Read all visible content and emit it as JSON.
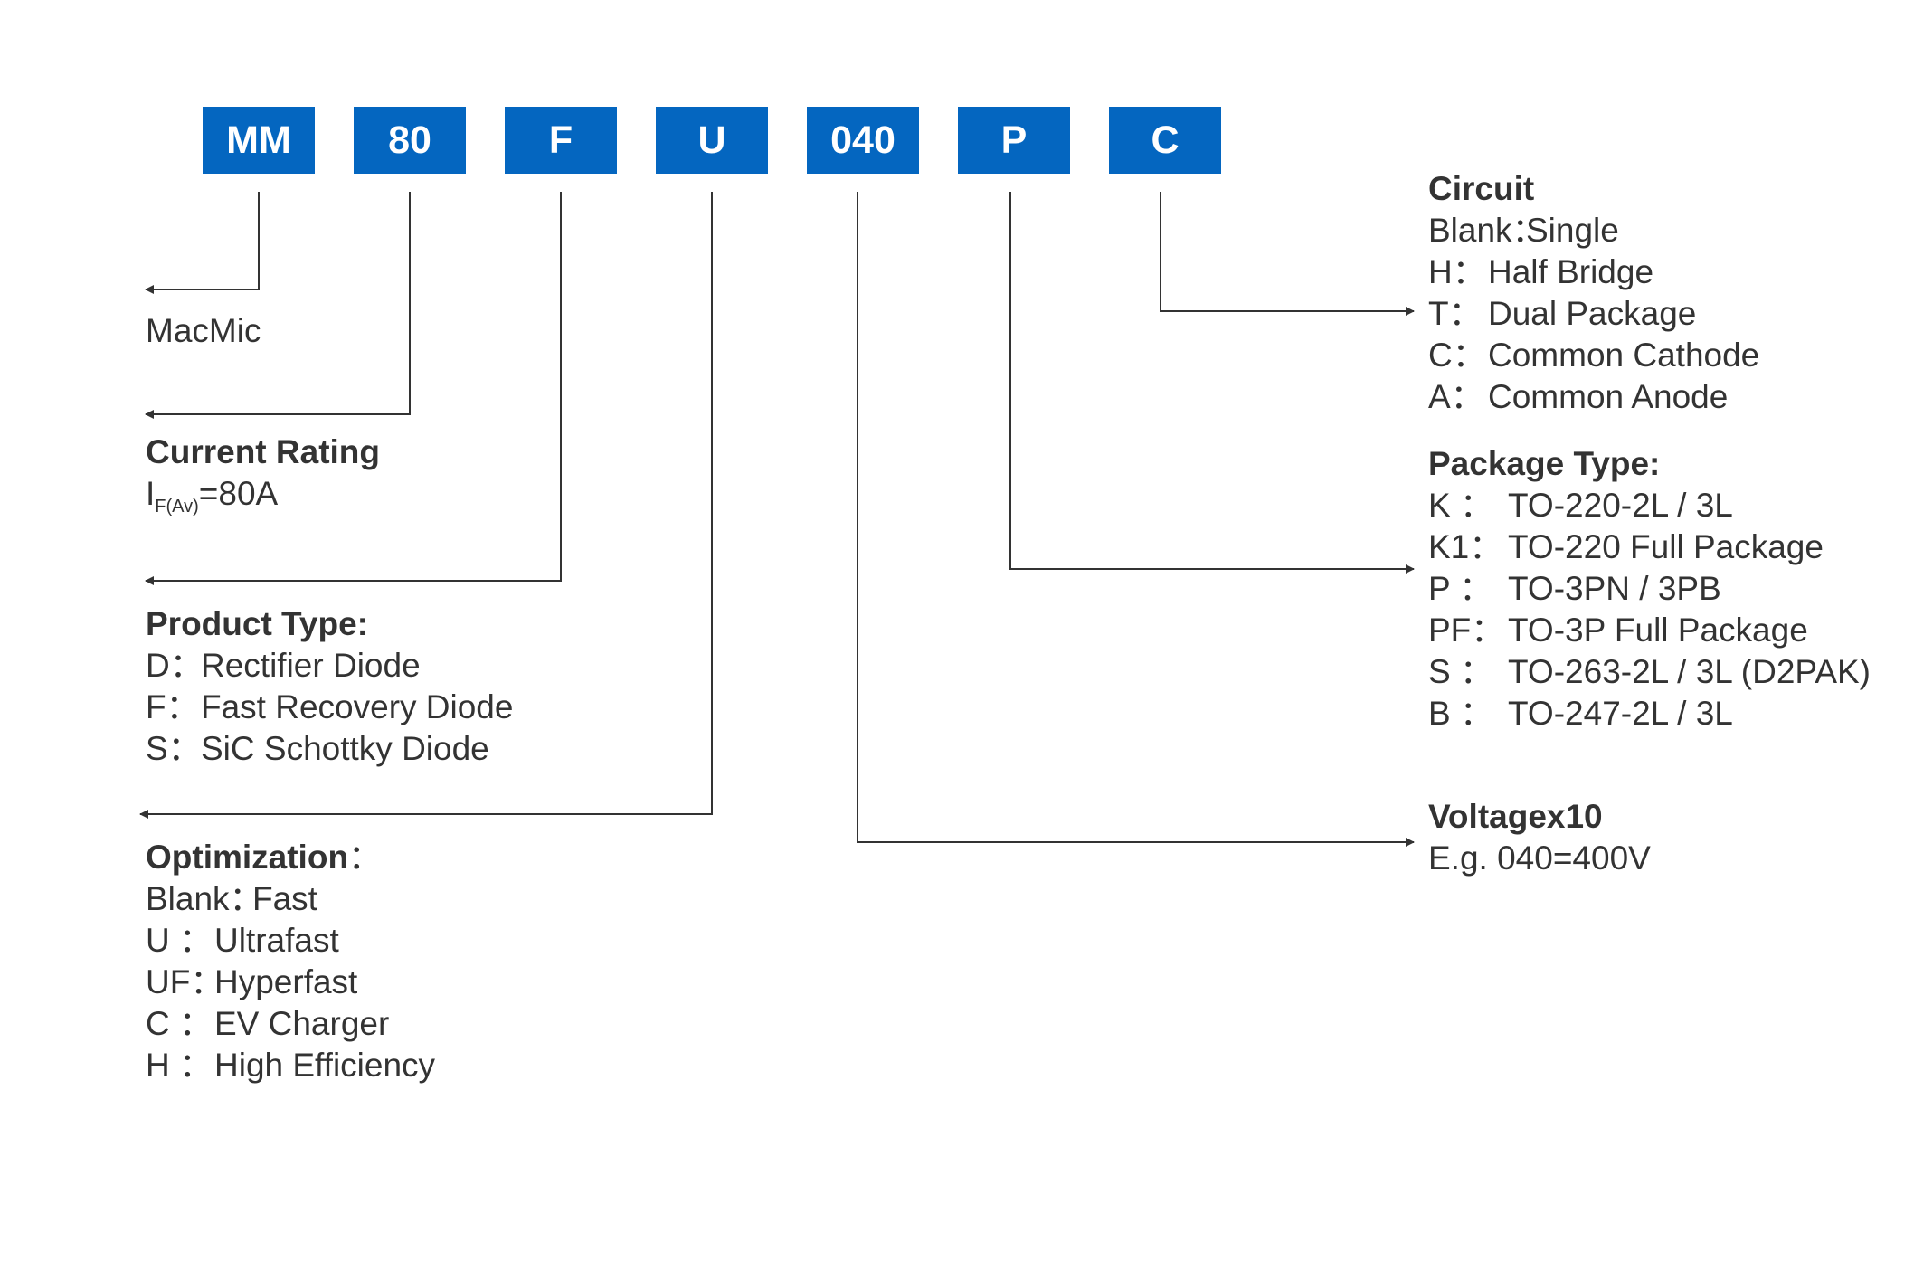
{
  "part_code": {
    "segments": [
      "MM",
      "80",
      "F",
      "U",
      "040",
      "P",
      "C"
    ]
  },
  "brand": {
    "label": "MacMic"
  },
  "current_rating": {
    "title": "Current Rating",
    "symbol": "I",
    "subscript": "F(Av)",
    "value": "=80A"
  },
  "product_type": {
    "title": "Product Type:",
    "items": [
      {
        "code": "D：",
        "label": "Rectifier Diode"
      },
      {
        "code": "F：",
        "label": "Fast Recovery Diode"
      },
      {
        "code": "S：",
        "label": "SiC Schottky Diode"
      }
    ]
  },
  "optimization": {
    "title": "Optimization",
    "title_suffix": "：",
    "items": [
      {
        "code": "Blank：",
        "label": "Fast"
      },
      {
        "code": "U  ：",
        "label": "Ultrafast"
      },
      {
        "code": "UF：",
        "label": "Hyperfast"
      },
      {
        "code": "C  ：",
        "label": "EV Charger"
      },
      {
        "code": "H  ：",
        "label": "High Efficiency"
      }
    ]
  },
  "circuit": {
    "title": "Circuit",
    "items": [
      {
        "code": "Blank：",
        "label": "Single"
      },
      {
        "code": "H：",
        "label": "Half Bridge"
      },
      {
        "code": "T：",
        "label": "Dual Package"
      },
      {
        "code": "C：",
        "label": "Common Cathode"
      },
      {
        "code": "A：",
        "label": "Common Anode"
      }
    ]
  },
  "package_type": {
    "title": "Package Type:",
    "items": [
      {
        "code": "K  ：",
        "label": "TO-220-2L / 3L"
      },
      {
        "code": "K1：",
        "label": "TO-220 Full Package"
      },
      {
        "code": "P  ：",
        "label": "TO-3PN / 3PB"
      },
      {
        "code": "PF：",
        "label": "TO-3P Full Package"
      },
      {
        "code": "S  ：",
        "label": "TO-263-2L / 3L (D2PAK)"
      },
      {
        "code": "B  ：",
        "label": "TO-247-2L / 3L"
      }
    ]
  },
  "voltage": {
    "title": "Voltagex10",
    "example": "E.g. 040=400V"
  },
  "colors": {
    "box_fill": "#0466c0",
    "box_text": "#ffffff",
    "line": "#333333",
    "text": "#333333"
  }
}
